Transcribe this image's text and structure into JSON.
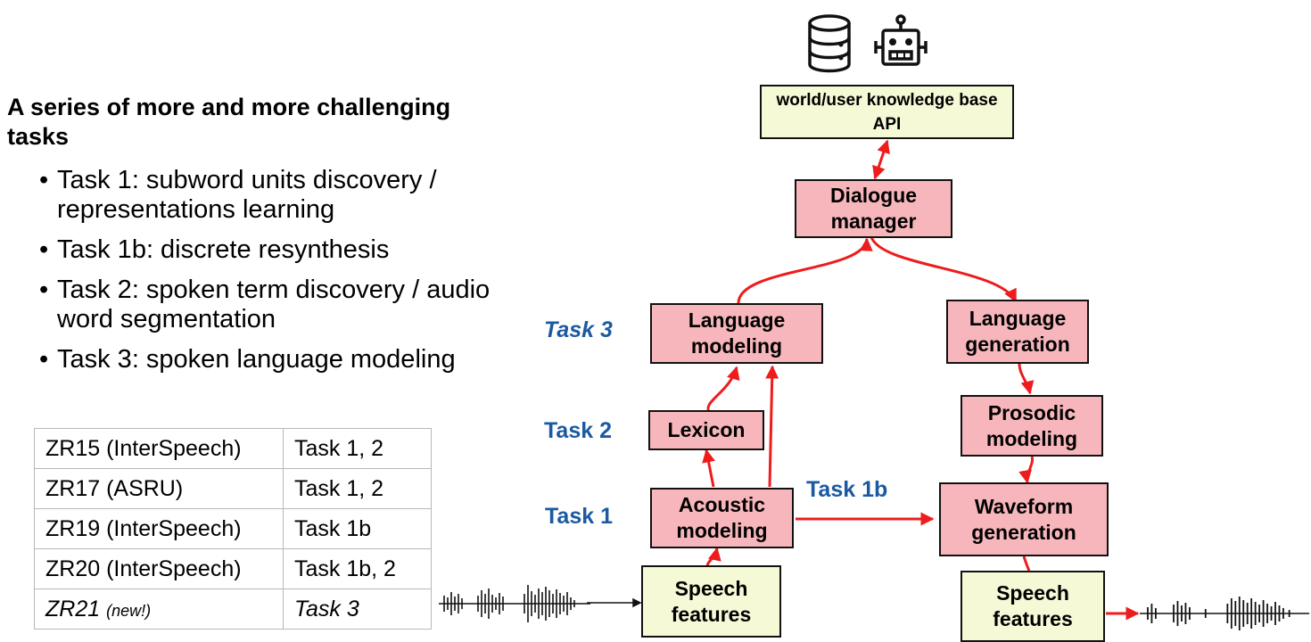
{
  "heading": "A series of more and more challenging tasks",
  "bullets": [
    "Task 1: subword units discovery / representations learning",
    "Task 1b: discrete resynthesis",
    "Task 2: spoken term discovery / audio word segmentation",
    "Task 3: spoken language modeling"
  ],
  "table": {
    "rows": [
      {
        "name": "ZR15 (InterSpeech)",
        "tasks": "Task 1, 2"
      },
      {
        "name": "ZR17 (ASRU)",
        "tasks": "Task 1, 2"
      },
      {
        "name": "ZR19 (InterSpeech)",
        "tasks": "Task 1b"
      },
      {
        "name": "ZR20 (InterSpeech)",
        "tasks": "Task 1b, 2"
      },
      {
        "name": "ZR21",
        "note": "(new!)",
        "tasks": "Task 3"
      }
    ]
  },
  "diagram": {
    "boxes": {
      "knowledge_base": "world/user knowledge base API",
      "dialogue_manager": "Dialogue manager",
      "language_modeling": "Language modeling",
      "language_generation": "Language generation",
      "lexicon": "Lexicon",
      "prosodic_modeling": "Prosodic modeling",
      "acoustic_modeling": "Acoustic modeling",
      "waveform_generation": "Waveform generation",
      "speech_features_in": "Speech features",
      "speech_features_out": "Speech features"
    },
    "task_labels": {
      "task3": "Task 3",
      "task2": "Task 2",
      "task1": "Task 1",
      "task1b": "Task 1b"
    },
    "icons": [
      "database-icon",
      "robot-icon",
      "waveform-icon"
    ],
    "colors": {
      "arrow": "#ee1c1c",
      "task_label": "#1c5aa0",
      "module_fill": "#f7b6bb",
      "io_fill": "#f6f9d6"
    }
  }
}
